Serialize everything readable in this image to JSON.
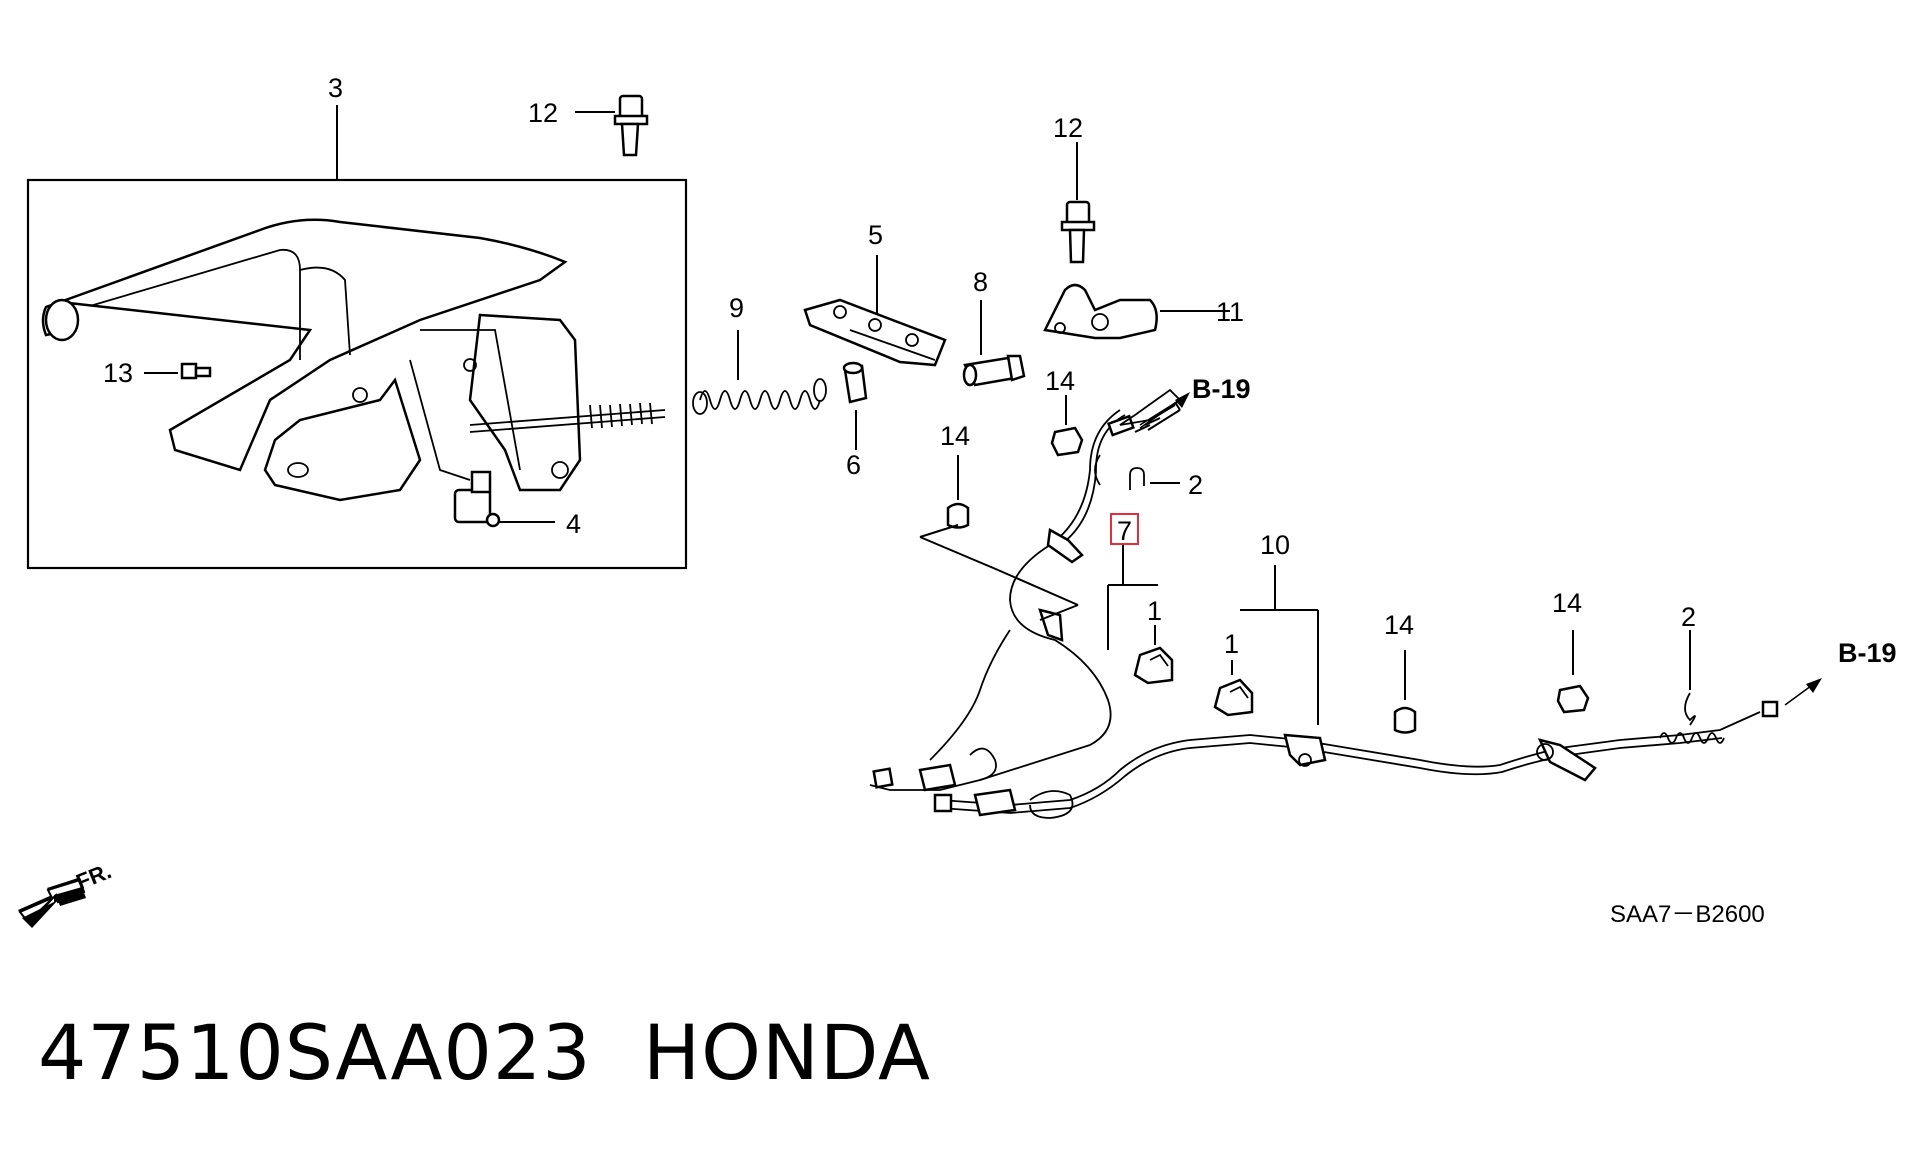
{
  "diagram": {
    "callouts": {
      "c1a": "1",
      "c1b": "1",
      "c2a": "2",
      "c2b": "2",
      "c3": "3",
      "c4": "4",
      "c5": "5",
      "c6": "6",
      "c7": "7",
      "c8": "8",
      "c9": "9",
      "c10": "10",
      "c11": "11",
      "c12a": "12",
      "c12b": "12",
      "c13": "13",
      "c14a": "14",
      "c14b": "14",
      "c14c": "14",
      "c14d": "14"
    },
    "refs": {
      "b19_top": "B-19",
      "b19_right": "B-19"
    },
    "direction_label": "FR.",
    "drawing_code": "SAA7－B2600",
    "highlight_color": "#e0303a"
  },
  "footer": {
    "part_number": "47510SAA023",
    "brand": "HONDA"
  }
}
